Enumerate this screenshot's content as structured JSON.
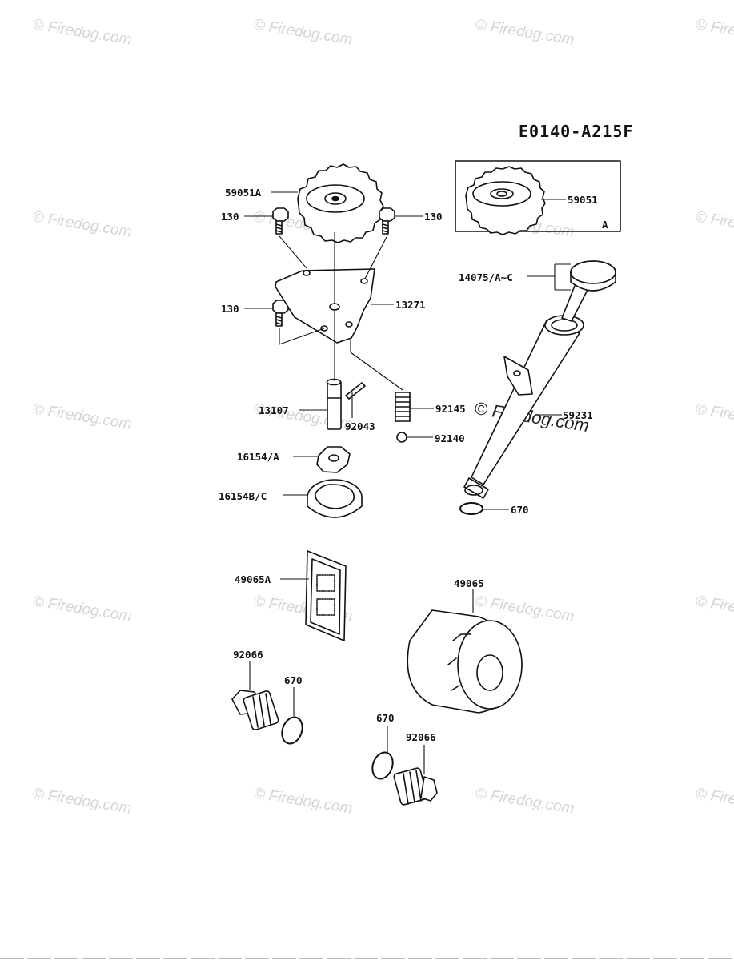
{
  "diagram": {
    "code": "E0140-A215F",
    "inset_letter": "A",
    "labels": {
      "p59051A": "59051A",
      "p130_left_top": "130",
      "p130_right_top": "130",
      "p130_left_mid": "130",
      "p13271": "13271",
      "p13107": "13107",
      "p92043": "92043",
      "p92145": "92145",
      "p92140": "92140",
      "p16154A": "16154/A",
      "p16154BC": "16154B/C",
      "p59051": "59051",
      "p14075": "14075/A~C",
      "p59231": "59231",
      "p670_top": "670",
      "p49065A": "49065A",
      "p49065": "49065",
      "p92066_left": "92066",
      "p670_left": "670",
      "p670_right": "670",
      "p92066_right": "92066"
    }
  },
  "watermark": {
    "text": "© Firedog.com",
    "center_text": "© Firedog.com"
  }
}
